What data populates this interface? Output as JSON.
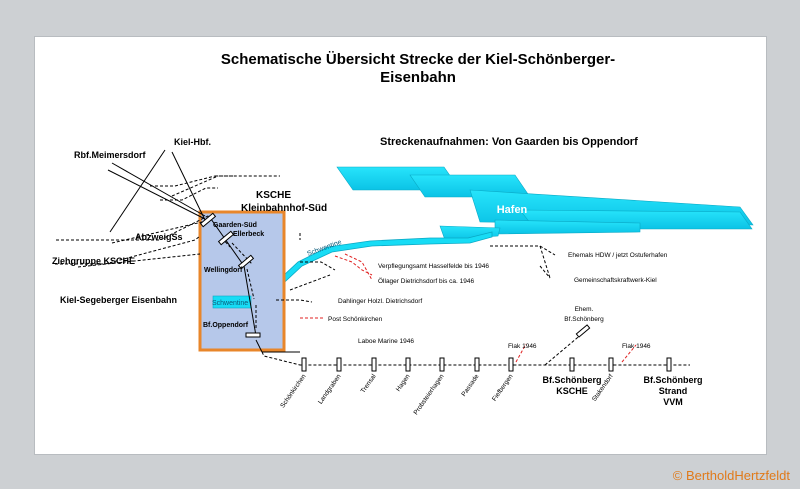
{
  "title_line1": "Schematische Übersicht Strecke der Kiel-Schönberger-",
  "title_line2": "Eisenbahn",
  "subtitle": "Streckenaufnahmen: Von Gaarden bis Oppendorf",
  "copyright": "© BertholdHertzfeldt",
  "labels": {
    "rbf_meimersdorf": "Rbf.Meimersdorf",
    "kiel_hbf": "Kiel-Hbf.",
    "kleinbahnhof_line1": "KSCHE",
    "kleinbahnhof_line2": "Kleinbahnhof-Süd",
    "abzweig": "AbzweigSs",
    "ziehgruppe": "Ziehgruppe KSCHE",
    "kiel_segeberger": "Kiel-Segeberger Eisenbahn",
    "hafen": "Hafen",
    "schwentine_top": "Schwentine",
    "schwentine_bottom": "Schwentine",
    "gaarden_sued": "Gaarden-Süd",
    "ellerbeck": "Ellerbeck",
    "wellingdorf": "Wellingdorf",
    "bf_oppendorf": "Bf.Oppendorf",
    "verpflegungsamt": "Verpflegungsamt Hasselfelde bis 1946",
    "oellager": "Öllager Dietrichsdorf bis ca. 1946",
    "dahlinger": "Dahlinger Holzl. Dietrichsdorf",
    "post": "Post Schönkirchen",
    "hdw": "Ehemals HDW / jetzt Ostuferhafen",
    "gemeinschaft": "Gemeinschaftskraftwerk-Kiel",
    "laboe": "Laboe Marine 1946",
    "flak1": "Flak 1946",
    "flak2": "Flak 1946",
    "ehem_line1": "Ehem.",
    "ehem_line2": "Bf.Schönberg",
    "bf_schoenberg_line1": "Bf.Schönberg",
    "bf_schoenberg_line2": "KSCHE",
    "strand_line1": "Bf.Schönberg",
    "strand_line2": "Strand",
    "strand_line3": "VVM"
  },
  "stations": [
    "Schönkirchen",
    "Landgraben",
    "Trensal",
    "Hagen",
    "Probsteierhagen",
    "Passade",
    "Fiefbergen",
    "Stakendorf"
  ],
  "colors": {
    "water": "#17dcf5",
    "water_edge": "#0aa9c5",
    "box_fill": "#b6c8ea",
    "box_border": "#e8862a",
    "red_dash": "#e02020",
    "copyright": "#e07a1a"
  }
}
